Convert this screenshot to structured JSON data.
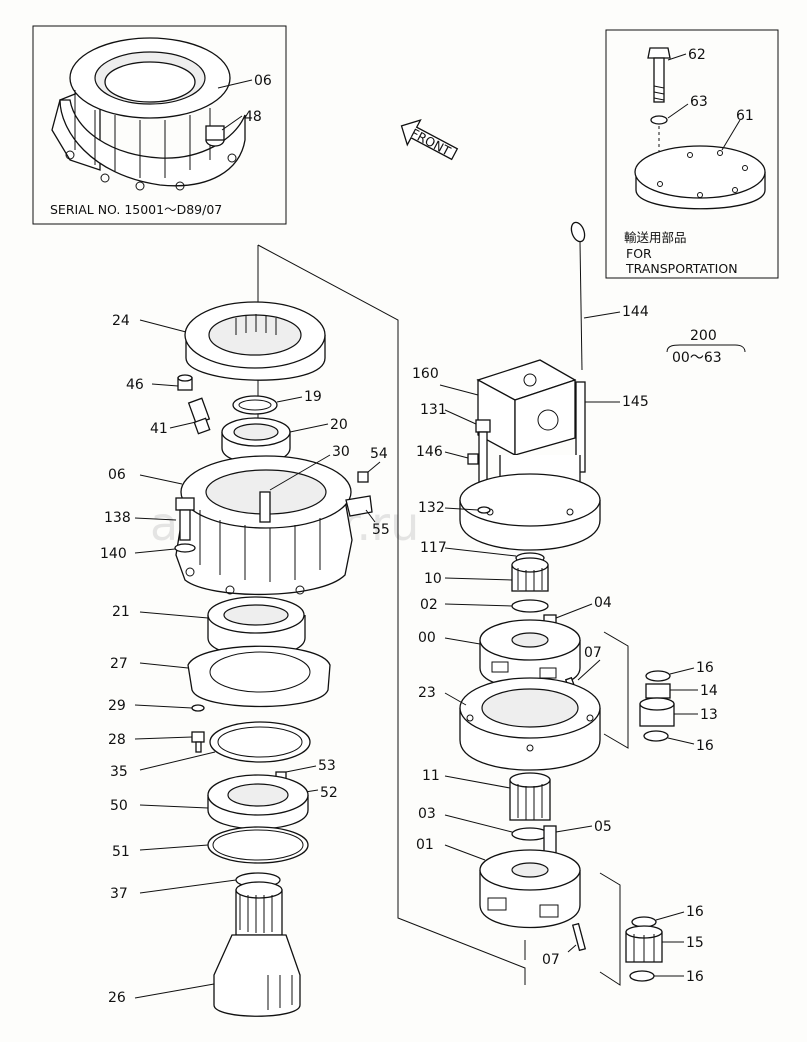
{
  "serial_note": "SERIAL  NO.  15001～D89/07",
  "front_label": "FRONT",
  "transport_note": {
    "jp": "輸送用部品",
    "line1": "FOR",
    "line2": "TRANSPORTATION"
  },
  "assembly": {
    "number": "200",
    "range": "00～63"
  },
  "watermark": "autopiter.ru",
  "callouts": {
    "c06a": "06",
    "c48": "48",
    "c62": "62",
    "c63": "63",
    "c61": "61",
    "c24": "24",
    "c46": "46",
    "c19": "19",
    "c41": "41",
    "c20": "20",
    "c30": "30",
    "c54": "54",
    "c06b": "06",
    "c55": "55",
    "c138": "138",
    "c140": "140",
    "c21": "21",
    "c27": "27",
    "c29": "29",
    "c28": "28",
    "c35": "35",
    "c53": "53",
    "c50": "50",
    "c52": "52",
    "c51": "51",
    "c37": "37",
    "c26": "26",
    "c144": "144",
    "c145": "145",
    "c160": "160",
    "c131": "131",
    "c146": "146",
    "c132": "132",
    "c117": "117",
    "c10": "10",
    "c02": "02",
    "c04": "04",
    "c00": "00",
    "c07a": "07",
    "c16a": "16",
    "c14": "14",
    "c13": "13",
    "c16b": "16",
    "c23": "23",
    "c11": "11",
    "c03": "03",
    "c05": "05",
    "c01": "01",
    "c16c": "16",
    "c15": "15",
    "c07b": "07",
    "c16d": "16"
  }
}
